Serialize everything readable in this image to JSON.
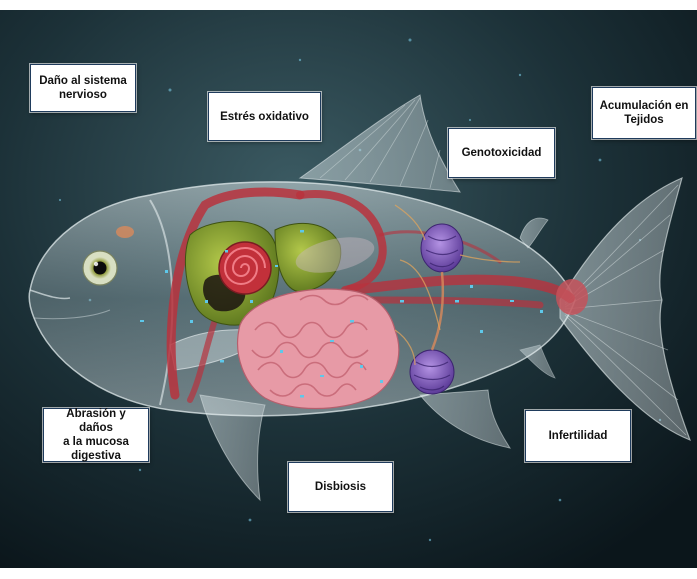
{
  "labels": {
    "nervous_system": "Daño al sistema\nnervioso",
    "oxidative_stress": "Estrés oxidativo",
    "genotoxicity": "Genotoxicidad",
    "tissue_accumulation": "Acumulación en\nTejidos",
    "digestive_abrasion": "Abrasión y daños\na la mucosa\ndigestiva",
    "dysbiosis": "Disbiosis",
    "infertility": "Infertilidad"
  },
  "colors": {
    "background_dark": "#0f1d24",
    "background_mid": "#2e4a52",
    "box_border": "#1f3b5c",
    "body_translucent": "#b9c8cc",
    "intestine": "#e79aa6",
    "vessels": "#b8323d",
    "liver": "#7fa02a",
    "gonads": "#7d55b8",
    "microplastic": "#5ec8ea"
  }
}
